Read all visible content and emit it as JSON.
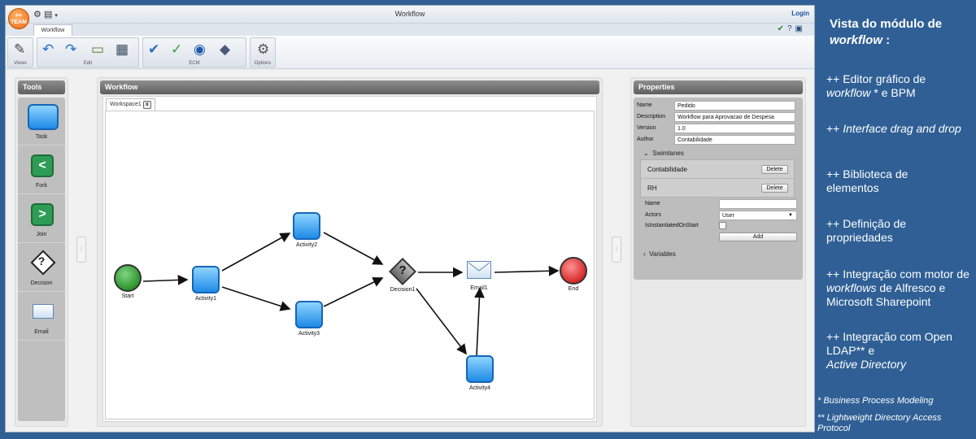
{
  "app": {
    "logo_text": "++ TEAM",
    "window_title": "Workflow",
    "login": "Login",
    "ribbon_tab": "Workflow",
    "ribbon_groups": [
      {
        "label": "Views"
      },
      {
        "label": "Edit"
      },
      {
        "label": "ECM"
      },
      {
        "label": "Options"
      }
    ]
  },
  "tools": {
    "title": "Tools",
    "items": [
      {
        "label": "Task",
        "icon": "task-icon"
      },
      {
        "label": "Fork",
        "icon": "fork-icon"
      },
      {
        "label": "Join",
        "icon": "join-icon"
      },
      {
        "label": "Decision",
        "icon": "decision-icon"
      },
      {
        "label": "Email",
        "icon": "email-icon"
      }
    ]
  },
  "workflow": {
    "title": "Workflow",
    "tab": "Workspace1",
    "tab_close": "x",
    "nodes": {
      "start": "Start",
      "activity1": "Activity1",
      "activity2": "Activity2",
      "activity3": "Activity3",
      "decision1": "Decision1",
      "email1": "Email1",
      "activity4": "Activity4",
      "end": "End"
    }
  },
  "properties": {
    "title": "Properties",
    "name_label": "Name",
    "name_value": "Pedido",
    "description_label": "Description",
    "description_value": "Workflow para Aprovacao de Despesa",
    "version_label": "Version",
    "version_value": "1.0",
    "author_label": "Author",
    "author_value": "Contabilidade",
    "swimlanes_label": "Swimlanes",
    "swimlanes": [
      {
        "name": "Contabilidade",
        "action": "Delete"
      },
      {
        "name": "RH",
        "action": "Delete"
      }
    ],
    "lane_name_label": "Name",
    "lane_name_value": "",
    "actors_label": "Actors",
    "actors_value": "User",
    "instantiated_label": "IsInstantiatedOnStart",
    "add_label": "Add",
    "variables_label": "Variables"
  },
  "side": {
    "title_1": "Vista do módulo de",
    "title_2": "workflow",
    "title_3": " :",
    "bullets": [
      {
        "plain_1": "++ Editor gráfico de",
        "italic": "workflow",
        "plain_2": " * e BPM"
      },
      {
        "plain_1": "++ ",
        "italic": "Interface drag and drop",
        "plain_2": ""
      },
      {
        "plain_1": "++ Biblioteca de elementos",
        "italic": "",
        "plain_2": ""
      },
      {
        "plain_1": "++ Definição de propriedades",
        "italic": "",
        "plain_2": ""
      },
      {
        "plain_1": "++ Integração com motor de ",
        "italic": "workflows",
        "plain_2": " de Alfresco e Microsoft Sharepoint"
      },
      {
        "plain_1": "++ Integração com Open LDAP** e",
        "italic": "Active Directory",
        "plain_2": ""
      }
    ],
    "footnote_1": "* Business Process Modeling",
    "footnote_2": "** Lightweight Directory Access Protocol"
  }
}
